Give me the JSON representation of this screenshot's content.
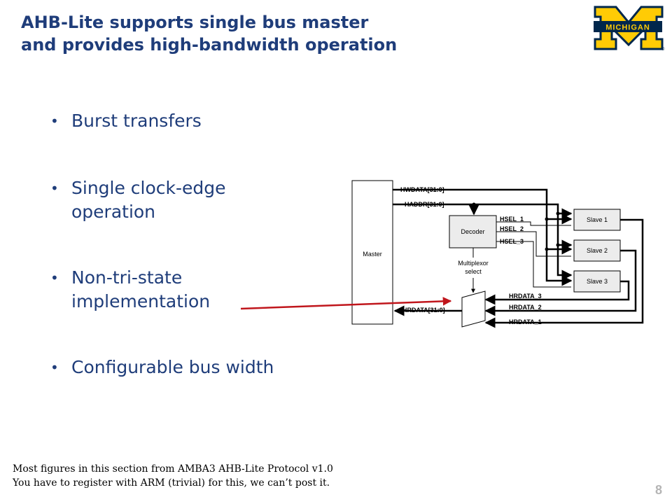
{
  "title": {
    "line1": "AHB-Lite supports single bus master",
    "line2": "and provides high-bandwidth operation"
  },
  "logo": {
    "text": "MICHIGAN",
    "colors": {
      "navy": "#00274c",
      "maize": "#ffcb05"
    }
  },
  "bullets": [
    {
      "lines": [
        "Burst transfers"
      ]
    },
    {
      "lines": [
        "Single clock-edge",
        "operation"
      ]
    },
    {
      "lines": [
        "Non-tri-state",
        "implementation"
      ]
    },
    {
      "lines": [
        "Configurable bus width"
      ]
    }
  ],
  "diagram": {
    "master": "Master",
    "decoder": "Decoder",
    "mux_label": [
      "Multiplexor",
      "select"
    ],
    "slaves": [
      "Slave 1",
      "Slave 2",
      "Slave 3"
    ],
    "signals": {
      "hwdata": "HWDATA[31:0]",
      "haddr": "HADDR[31:0]",
      "hrdata": "HRDATA[31:0]",
      "hsel": [
        "HSEL_1",
        "HSEL_2",
        "HSEL_3"
      ],
      "hrdata_in": [
        "HRDATA_3",
        "HRDATA_2",
        "HRDATA_1"
      ]
    },
    "arrow_color": "#c0161c"
  },
  "footnote": {
    "line1": "Most figures in this section from AMBA3 AHB-Lite Protocol v1.0",
    "line2": "You have to register with ARM (trivial) for this, we can’t post it."
  },
  "page_number": "8"
}
